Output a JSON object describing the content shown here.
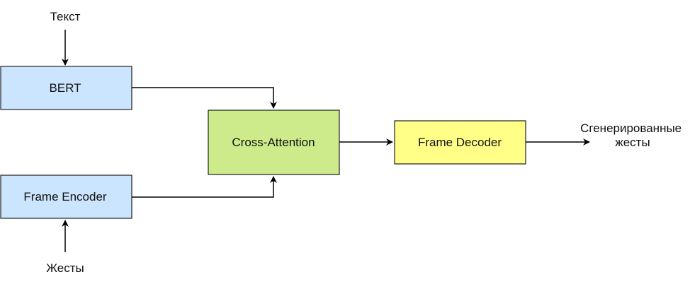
{
  "nodes": {
    "bert": {
      "label": "BERT",
      "fill": "#cce5ff"
    },
    "frame_encoder": {
      "label": "Frame Encoder",
      "fill": "#cce5ff"
    },
    "cross_attention": {
      "label": "Cross-Attention",
      "fill": "#cdeb8b"
    },
    "frame_decoder": {
      "label": "Frame Decoder",
      "fill": "#ffff88"
    }
  },
  "labels": {
    "text_input": "Текст",
    "gestures_input": "Жесты",
    "output_line1": "Сгенерированные",
    "output_line2": "жесты"
  }
}
